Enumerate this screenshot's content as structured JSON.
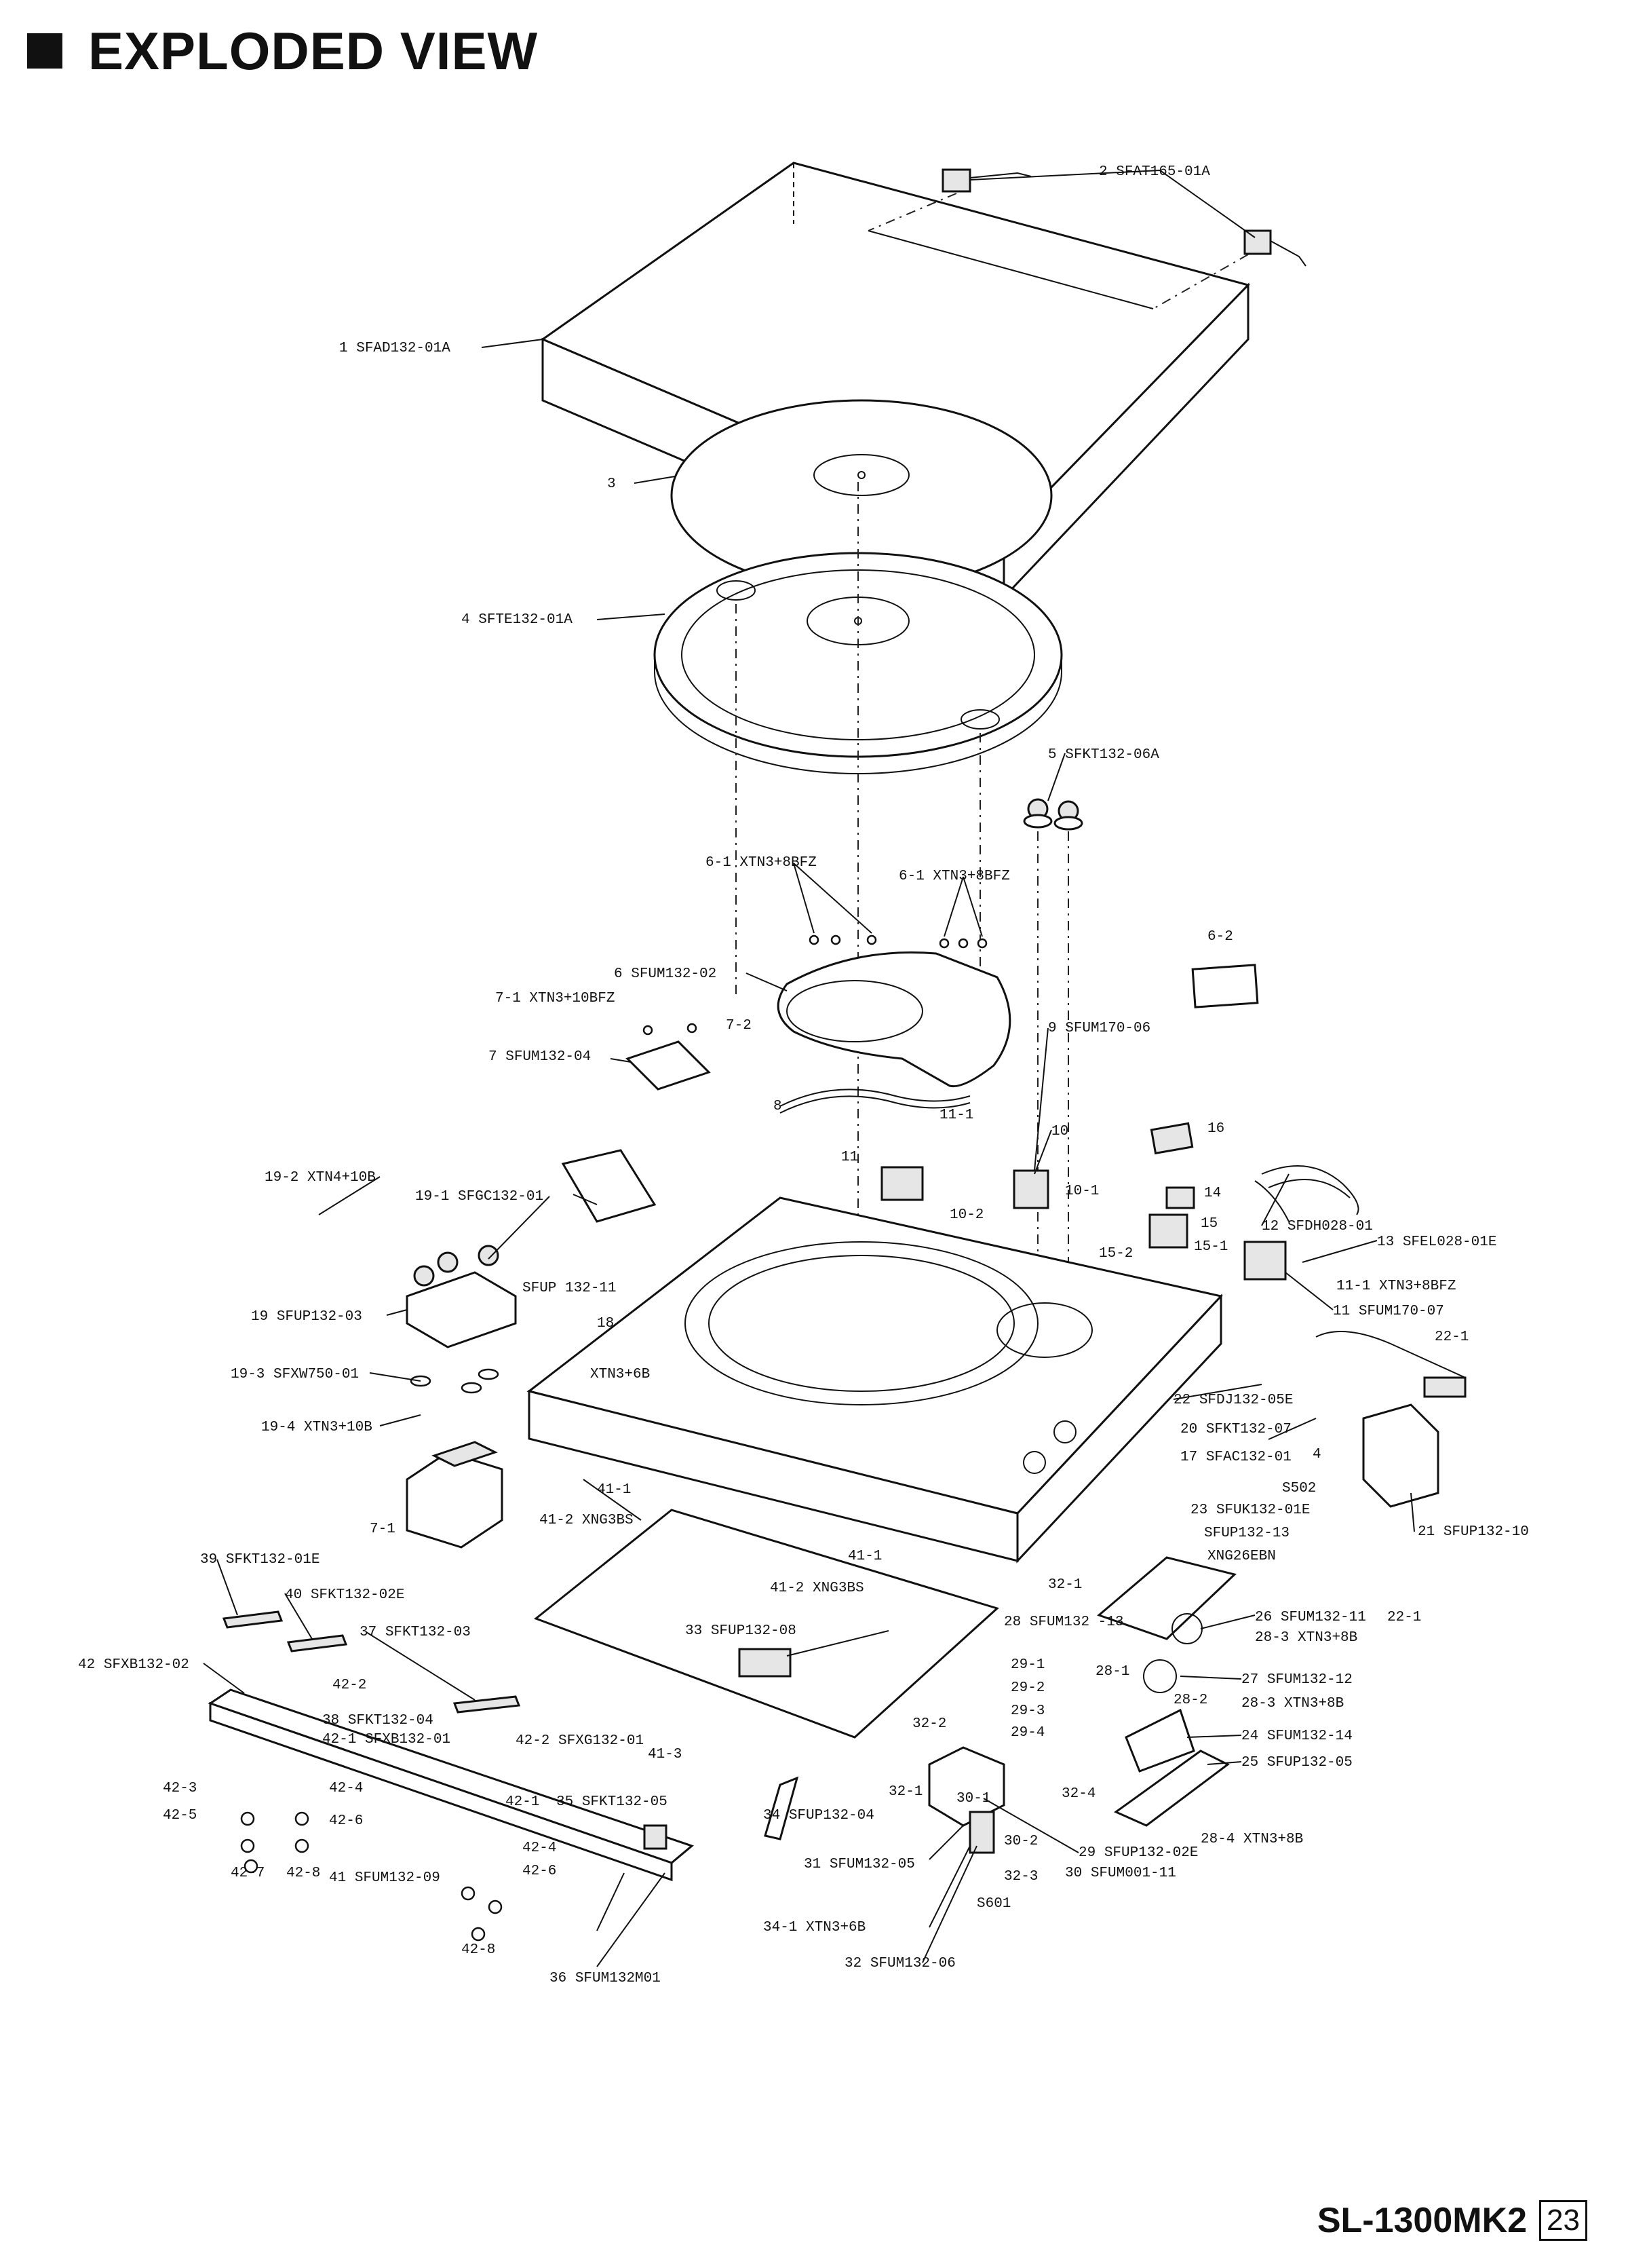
{
  "page": {
    "title": "EXPLODED VIEW",
    "model": "SL-1300MK2",
    "page_number": "23"
  },
  "parts": [
    {
      "ref": "1",
      "code": "SFAD132-01A"
    },
    {
      "ref": "2",
      "code": "SFAT165-01A"
    },
    {
      "ref": "3",
      "code": ""
    },
    {
      "ref": "4",
      "code": "SFTE132-01A"
    },
    {
      "ref": "5",
      "code": "SFKT132-06A"
    },
    {
      "ref": "6-1",
      "code": "XTN3+8BFZ"
    },
    {
      "ref": "6-1",
      "code": "XTN3+8BFZ"
    },
    {
      "ref": "6",
      "code": "SFUM132-02"
    },
    {
      "ref": "6-2",
      "code": ""
    },
    {
      "ref": "7-1",
      "code": "XTN3+10BFZ"
    },
    {
      "ref": "7-2",
      "code": ""
    },
    {
      "ref": "7",
      "code": "SFUM132-04"
    },
    {
      "ref": "8",
      "code": ""
    },
    {
      "ref": "9",
      "code": "SFUM170-06"
    },
    {
      "ref": "10",
      "code": ""
    },
    {
      "ref": "11",
      "code": ""
    },
    {
      "ref": "11-1",
      "code": ""
    },
    {
      "ref": "10-1",
      "code": ""
    },
    {
      "ref": "10-2",
      "code": ""
    },
    {
      "ref": "16",
      "code": ""
    },
    {
      "ref": "12",
      "code": "SFDH028-01"
    },
    {
      "ref": "14",
      "code": ""
    },
    {
      "ref": "15",
      "code": ""
    },
    {
      "ref": "15-1",
      "code": ""
    },
    {
      "ref": "15-2",
      "code": ""
    },
    {
      "ref": "13",
      "code": "SFEL028-01E"
    },
    {
      "ref": "11-1",
      "code": "XTN3+8BFZ"
    },
    {
      "ref": "11",
      "code": "SFUM170-07"
    },
    {
      "ref": "19-2",
      "code": "XTN4+10B"
    },
    {
      "ref": "19-1",
      "code": "SFGC132-01"
    },
    {
      "ref": "",
      "code": "SFUP 132-11"
    },
    {
      "ref": "18",
      "code": ""
    },
    {
      "ref": "19",
      "code": "SFUP132-03"
    },
    {
      "ref": "",
      "code": "XTN3+6B"
    },
    {
      "ref": "19-3",
      "code": "SFXW750-01"
    },
    {
      "ref": "19-4",
      "code": "XTN3+10B"
    },
    {
      "ref": "22-1",
      "code": ""
    },
    {
      "ref": "22",
      "code": "SFDJ132-05E"
    },
    {
      "ref": "20",
      "code": "SFKT132-07"
    },
    {
      "ref": "17",
      "code": "SFAC132-01"
    },
    {
      "ref": "4",
      "code": ""
    },
    {
      "ref": "S502",
      "code": ""
    },
    {
      "ref": "23",
      "code": "SFUK132-01E"
    },
    {
      "ref": "",
      "code": "SFUP132-13"
    },
    {
      "ref": "",
      "code": "XNG26EBN"
    },
    {
      "ref": "21",
      "code": "SFUP132-10"
    },
    {
      "ref": "22-1",
      "code": ""
    },
    {
      "ref": "7-1",
      "code": ""
    },
    {
      "ref": "41-1",
      "code": ""
    },
    {
      "ref": "41-2",
      "code": "XNG3BS"
    },
    {
      "ref": "41-1",
      "code": ""
    },
    {
      "ref": "41-2",
      "code": "XNG3BS"
    },
    {
      "ref": "39",
      "code": "SFKT132-01E"
    },
    {
      "ref": "40",
      "code": "SFKT132-02E"
    },
    {
      "ref": "37",
      "code": "SFKT132-03"
    },
    {
      "ref": "42",
      "code": "SFXB132-02"
    },
    {
      "ref": "42-2",
      "code": ""
    },
    {
      "ref": "38",
      "code": "SFKT132-04"
    },
    {
      "ref": "42-1",
      "code": "SFXB132-01"
    },
    {
      "ref": "42-2",
      "code": "SFXG132-01"
    },
    {
      "ref": "41-3",
      "code": ""
    },
    {
      "ref": "33",
      "code": "SFUP132-08"
    },
    {
      "ref": "32-1",
      "code": ""
    },
    {
      "ref": "26",
      "code": "SFUM132-11"
    },
    {
      "ref": "28-3",
      "code": "XTN3+8B"
    },
    {
      "ref": "28",
      "code": "SFUM132 -13"
    },
    {
      "ref": "29-1",
      "code": ""
    },
    {
      "ref": "29-2",
      "code": ""
    },
    {
      "ref": "29-3",
      "code": ""
    },
    {
      "ref": "29-4",
      "code": ""
    },
    {
      "ref": "28-1",
      "code": ""
    },
    {
      "ref": "28-2",
      "code": ""
    },
    {
      "ref": "27",
      "code": "SFUM132-12"
    },
    {
      "ref": "28-3",
      "code": "XTN3+8B"
    },
    {
      "ref": "24",
      "code": "SFUM132-14"
    },
    {
      "ref": "25",
      "code": "SFUP132-05"
    },
    {
      "ref": "28-4",
      "code": "XTN3+8B"
    },
    {
      "ref": "32-2",
      "code": ""
    },
    {
      "ref": "32-1",
      "code": ""
    },
    {
      "ref": "30-1",
      "code": ""
    },
    {
      "ref": "32-4",
      "code": ""
    },
    {
      "ref": "30-2",
      "code": ""
    },
    {
      "ref": "32-3",
      "code": ""
    },
    {
      "ref": "29",
      "code": "SFUP132-02E"
    },
    {
      "ref": "30",
      "code": "SFUM001-11"
    },
    {
      "ref": "S601",
      "code": ""
    },
    {
      "ref": "42-3",
      "code": ""
    },
    {
      "ref": "42-4",
      "code": ""
    },
    {
      "ref": "42-5",
      "code": ""
    },
    {
      "ref": "42-6",
      "code": ""
    },
    {
      "ref": "42-7",
      "code": ""
    },
    {
      "ref": "42-8",
      "code": ""
    },
    {
      "ref": "42-1",
      "code": ""
    },
    {
      "ref": "35",
      "code": "SFKT132-05"
    },
    {
      "ref": "34",
      "code": "SFUP132-04"
    },
    {
      "ref": "31",
      "code": "SFUM132-05"
    },
    {
      "ref": "34-1",
      "code": "XTN3+6B"
    },
    {
      "ref": "32",
      "code": "SFUM132-06"
    },
    {
      "ref": "41",
      "code": "SFUM132-09"
    },
    {
      "ref": "42-4",
      "code": ""
    },
    {
      "ref": "42-6",
      "code": ""
    },
    {
      "ref": "42-8",
      "code": ""
    },
    {
      "ref": "36",
      "code": "SFUM132M01"
    }
  ]
}
